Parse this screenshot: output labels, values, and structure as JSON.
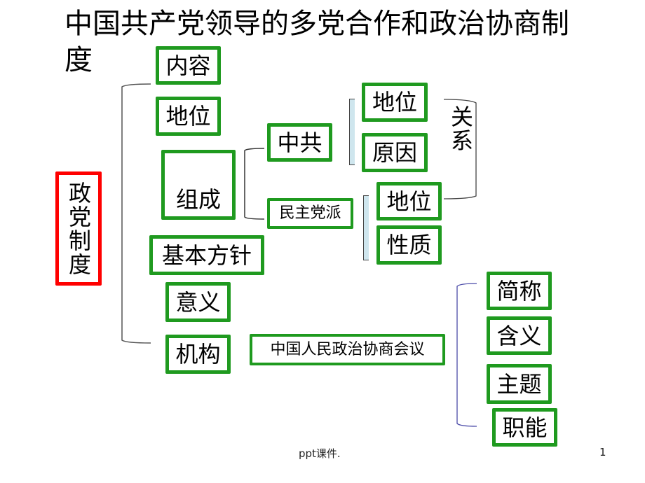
{
  "title": "中国共产党领导的多党合作和政治协商制度",
  "root": {
    "label": "政党制度",
    "border_color": "#ff0000"
  },
  "level1": [
    {
      "id": "content",
      "label": "内容"
    },
    {
      "id": "status",
      "label": "地位"
    },
    {
      "id": "composition",
      "label": "组成"
    },
    {
      "id": "policy",
      "label": "基本方针"
    },
    {
      "id": "significance",
      "label": "意义"
    },
    {
      "id": "organ",
      "label": "机构"
    }
  ],
  "composition_children": [
    {
      "id": "cpc",
      "label": "中共"
    },
    {
      "id": "democratic_parties",
      "label": "民主党派"
    }
  ],
  "cpc_children": [
    {
      "id": "cpc_status",
      "label": "地位"
    },
    {
      "id": "cpc_reason",
      "label": "原因"
    }
  ],
  "democratic_children": [
    {
      "id": "dp_status",
      "label": "地位"
    },
    {
      "id": "dp_nature",
      "label": "性质"
    }
  ],
  "relation_label": "关系",
  "organ_child": {
    "label": "中国人民政治协商会议"
  },
  "cppcc_children": [
    {
      "id": "abbr",
      "label": "简称"
    },
    {
      "id": "meaning",
      "label": "含义"
    },
    {
      "id": "theme",
      "label": "主题"
    },
    {
      "id": "function",
      "label": "职能"
    }
  ],
  "colors": {
    "box_border": "#1f9a1f",
    "root_border": "#ff0000",
    "bracket_bar": "#cfe6ee",
    "cppcc_bracket": "#4a4aa8"
  },
  "footer": {
    "text": "ppt课件.",
    "page_number": "1"
  }
}
